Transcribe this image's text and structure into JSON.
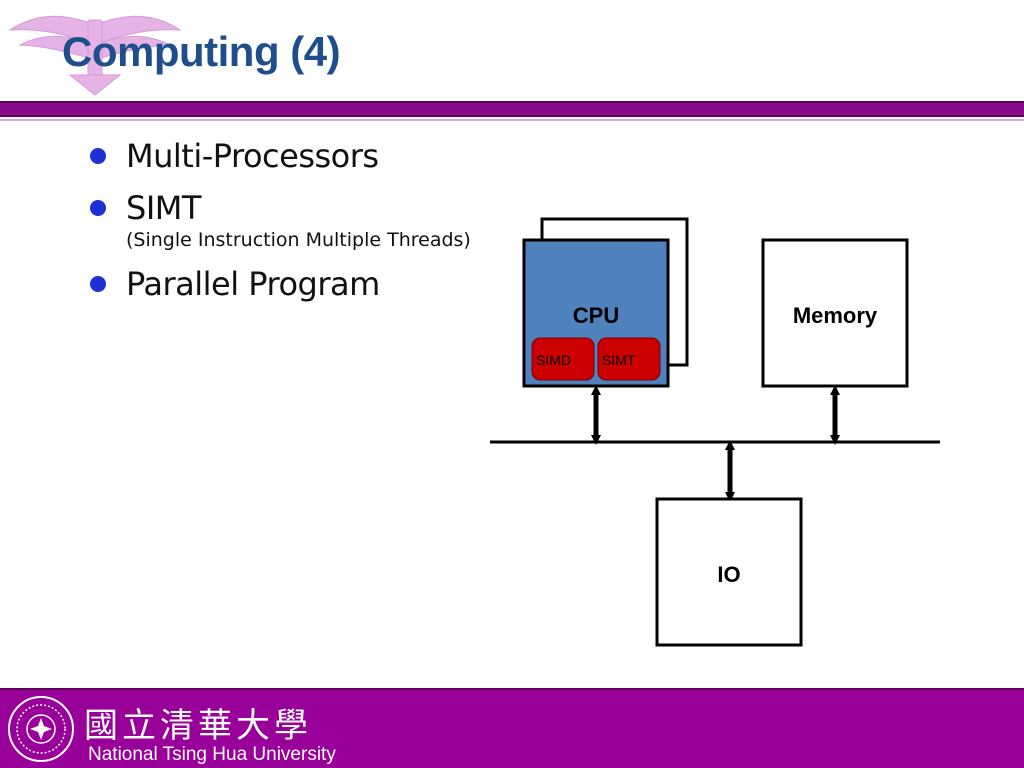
{
  "slide": {
    "title": "Computing (4)"
  },
  "bullets": [
    {
      "text": "Multi-Processors",
      "sub": ""
    },
    {
      "text": "SIMT",
      "sub": "(Single Instruction Multiple Threads)"
    },
    {
      "text": "Parallel Program",
      "sub": ""
    }
  ],
  "diagram": {
    "cpu_label": "CPU",
    "simd_label": "SIMD",
    "simt_label": "SIMT",
    "memory_label": "Memory",
    "io_label": "IO"
  },
  "footer": {
    "university_cn": "國立清華大學",
    "university_en": "National Tsing Hua University"
  },
  "colors": {
    "accent_purple": "#990099",
    "title_blue": "#1f4e8c",
    "cpu_fill": "#4f81bd",
    "unit_red": "#cc0000"
  }
}
